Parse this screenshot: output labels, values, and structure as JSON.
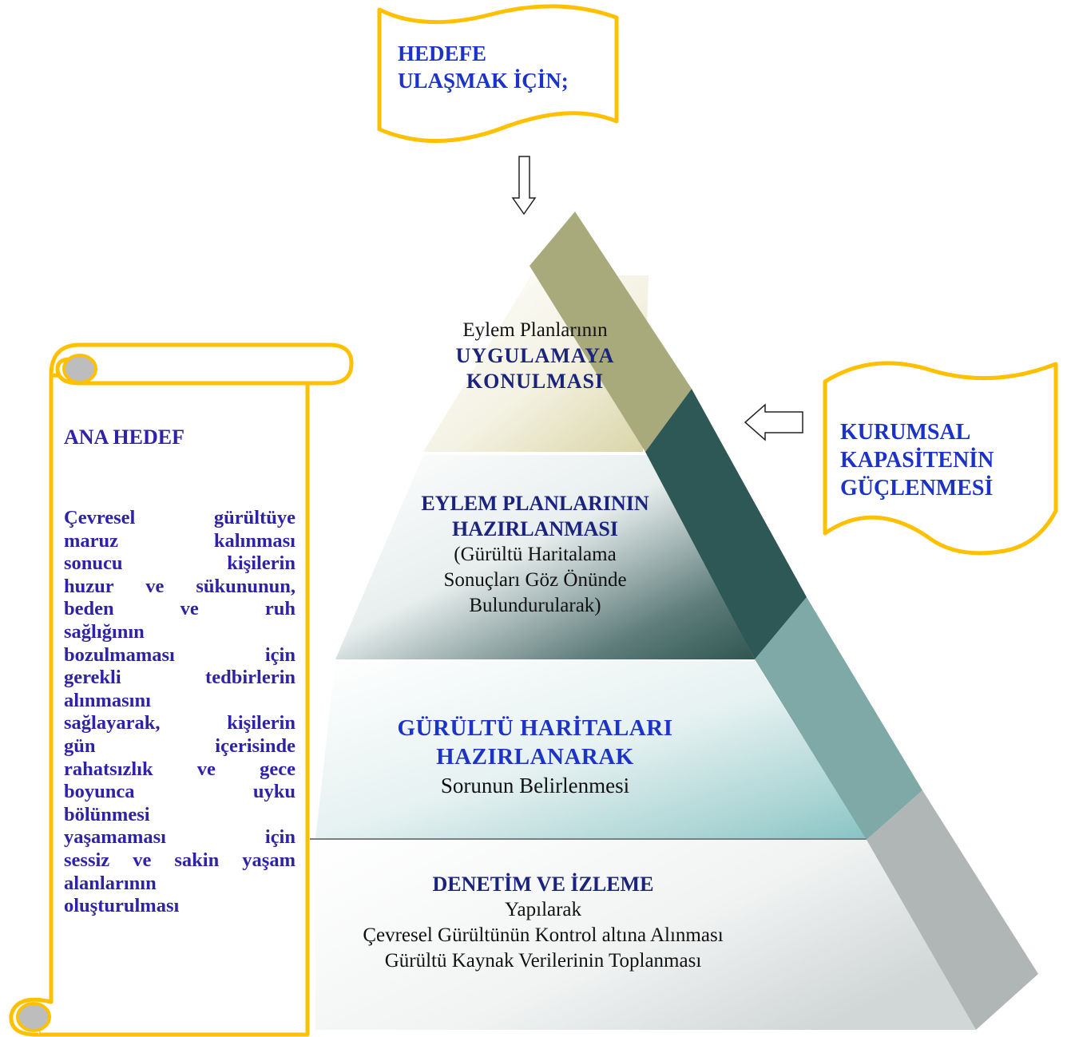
{
  "goal_banner": {
    "line1": "HEDEFE",
    "line2": "ULAŞMAK İÇİN;"
  },
  "capacity_banner": {
    "line1": "KURUMSAL",
    "line2": "KAPASİTENİN",
    "line3": "GÜÇLENMESİ"
  },
  "pyramid": {
    "level1": {
      "pre": "Eylem Planlarının",
      "bold1": "UYGULAMAYA",
      "bold2": "KONULMASI"
    },
    "level2": {
      "bold1": "EYLEM PLANLARININ",
      "bold2": "HAZIRLANMASI",
      "sub1": "(Gürültü Haritalama",
      "sub2": "Sonuçları Göz Önünde",
      "sub3": "Bulundurularak)"
    },
    "level3": {
      "bold1": "GÜRÜLTÜ HARİTALARI",
      "bold2": "HAZIRLANARAK",
      "sub1": "Sorunun Belirlenmesi"
    },
    "level4": {
      "bold1": "DENETİM VE İZLEME",
      "sub1": "Yapılarak",
      "sub2": "Çevresel Gürültünün Kontrol altına Alınması",
      "sub3": "Gürültü Kaynak Verilerinin Toplanması"
    }
  },
  "scroll": {
    "title": "ANA HEDEF",
    "lines": [
      "Çevresel gürültüye",
      "maruz kalınması",
      "sonucu kişilerin",
      "huzur ve sükununun,",
      "beden ve ruh",
      "sağlığının",
      "bozulmaması için",
      "gerekli tedbirlerin",
      "alınmasını",
      "sağlayarak, kişilerin",
      "gün içerisinde",
      "rahatsızlık ve gece",
      "boyunca uyku",
      "bölünmesi",
      "yaşamaması için",
      "sessiz ve sakin yaşam",
      "alanlarının",
      "oluşturulması"
    ]
  },
  "colors": {
    "banner_border": "#ffc000",
    "band1": "#a9aa7c",
    "band2": "#2d5855",
    "band3": "#7fa9a6",
    "band4": "#b0b6b5",
    "title_navy": "#1a237e",
    "banner_text": "#1c33c8",
    "scroll_text": "#2e22a6"
  }
}
